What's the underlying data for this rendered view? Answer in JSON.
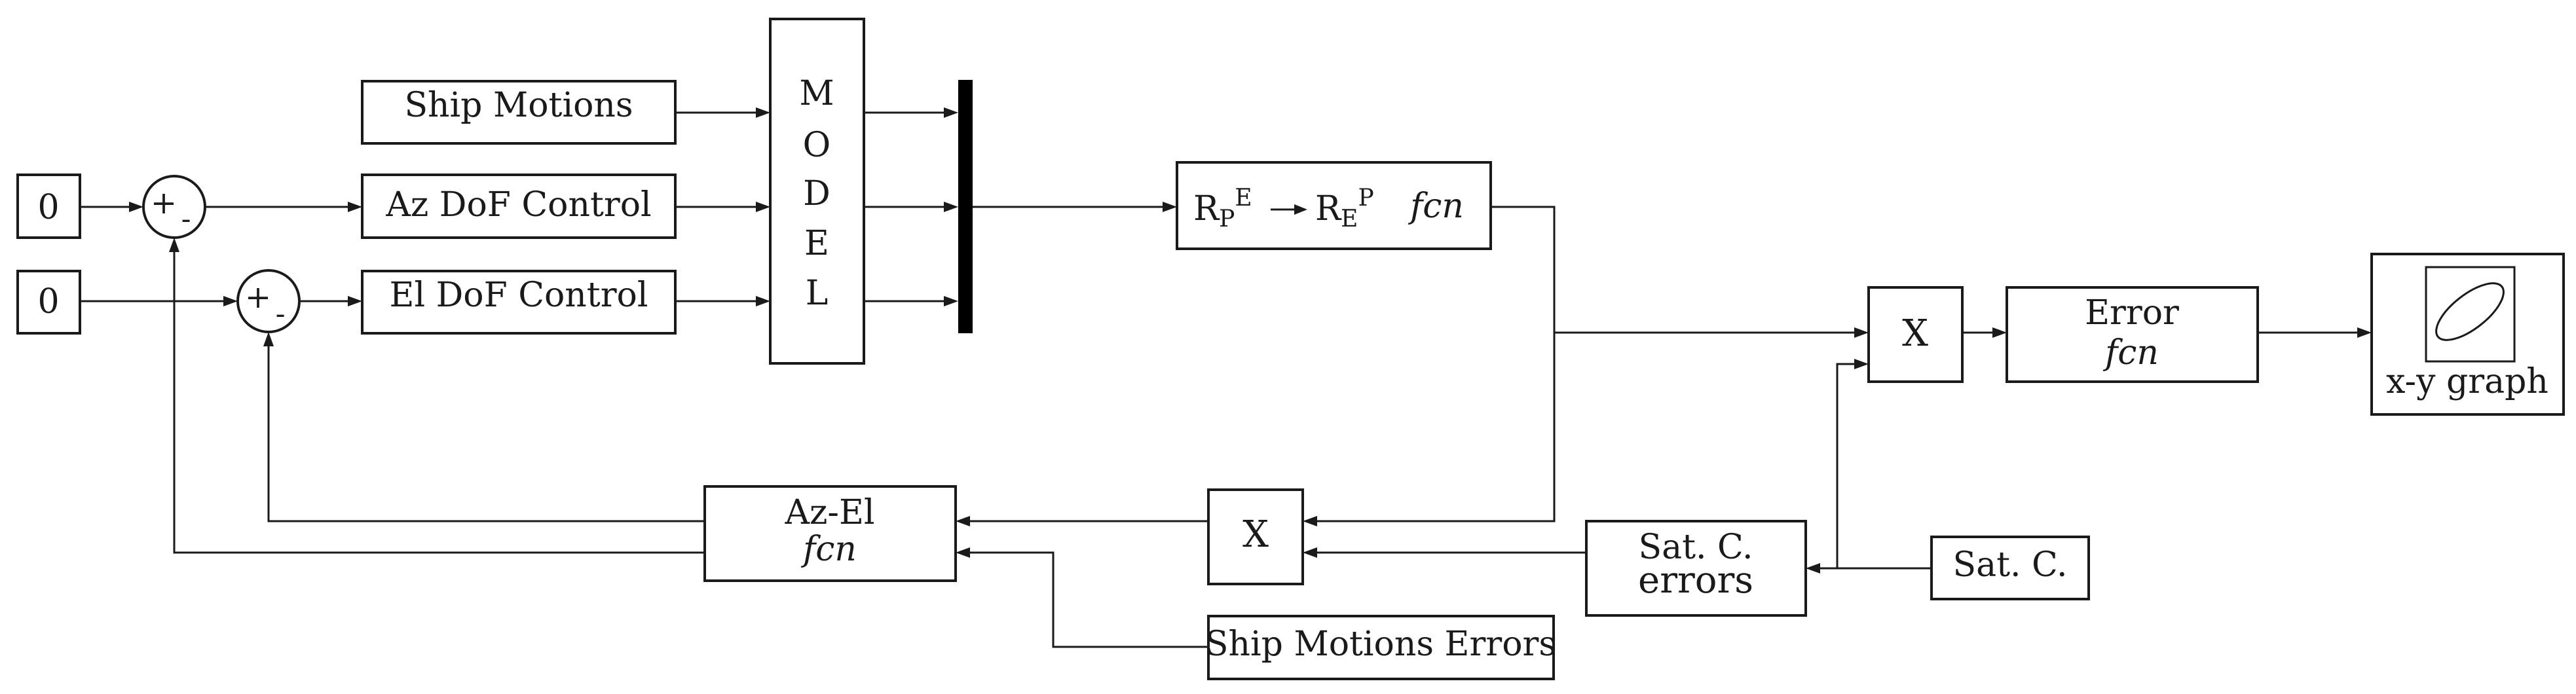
{
  "blocks": {
    "const_az": "0",
    "const_el": "0",
    "ship_motions": "Ship Motions",
    "az_dof": "Az DoF Control",
    "el_dof": "El DoF Control",
    "model_letters": [
      "M",
      "O",
      "D",
      "E",
      "L"
    ],
    "transform": {
      "r1": "R",
      "r1_sub": "P",
      "r1_sup": "E",
      "r2": "R",
      "r2_sub": "E",
      "r2_sup": "P",
      "fcn": "fcn"
    },
    "product_top": "X",
    "product_bottom": "X",
    "error_title": "Error",
    "error_fcn": "fcn",
    "xy_graph": "x-y graph",
    "azel_title": "Az-El",
    "azel_fcn": "fcn",
    "sat_errors_line1": "Sat. C.",
    "sat_errors_line2": "errors",
    "sat_c": "Sat. C.",
    "ship_motion_errors": "Ship Motions Errors"
  },
  "sum_signs": {
    "plus": "+",
    "minus": "-"
  }
}
